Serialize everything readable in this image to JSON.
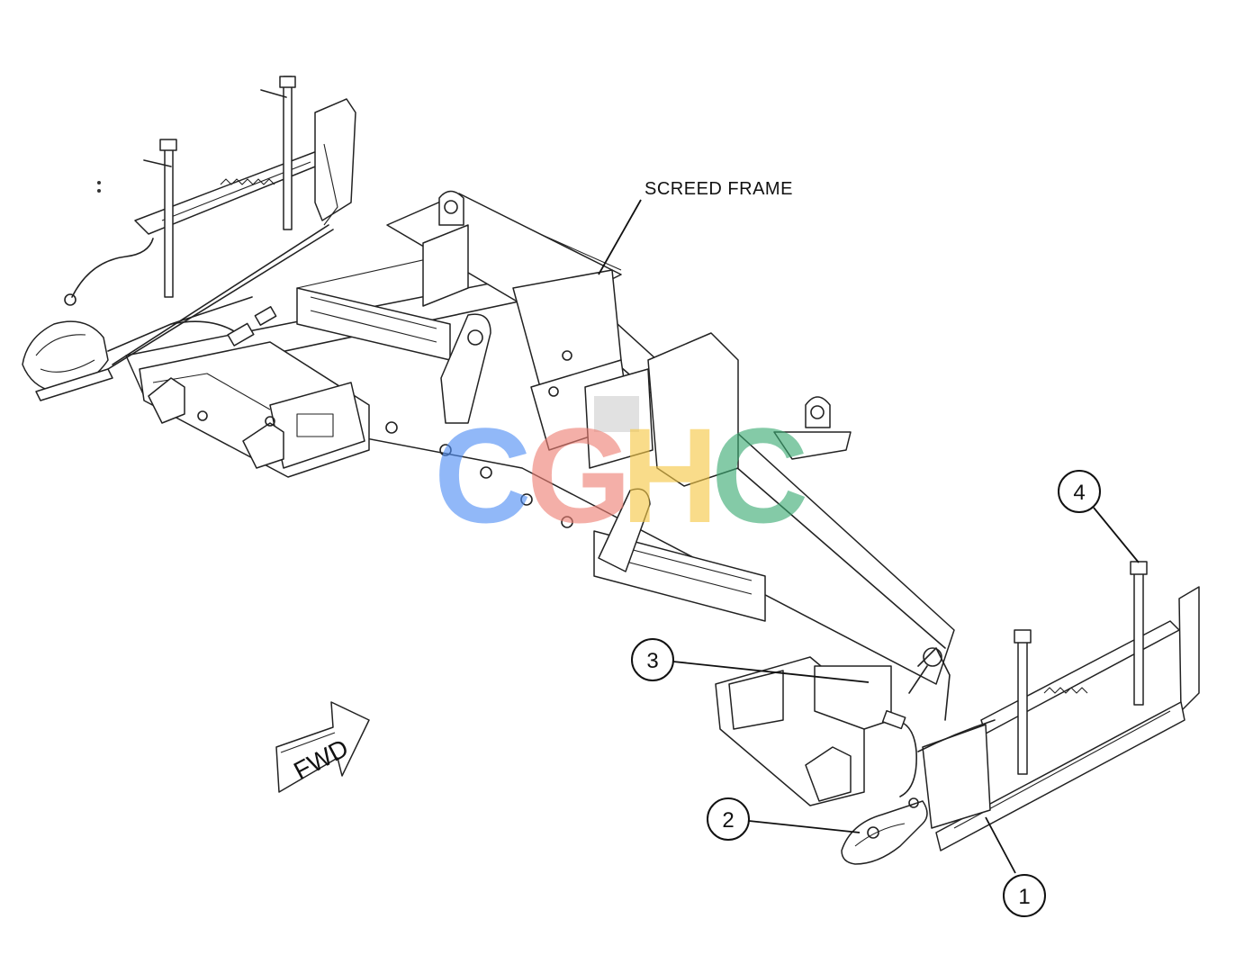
{
  "label_screed_frame": "SCREED FRAME",
  "fwd_arrow_text": "FWD",
  "callouts": [
    "1",
    "2",
    "3",
    "4"
  ],
  "watermark": {
    "letters": [
      "C",
      "G",
      "H",
      "C"
    ],
    "colors": [
      "#4f8ef5",
      "#ee7f73",
      "#f6c844",
      "#3aaa72"
    ]
  }
}
